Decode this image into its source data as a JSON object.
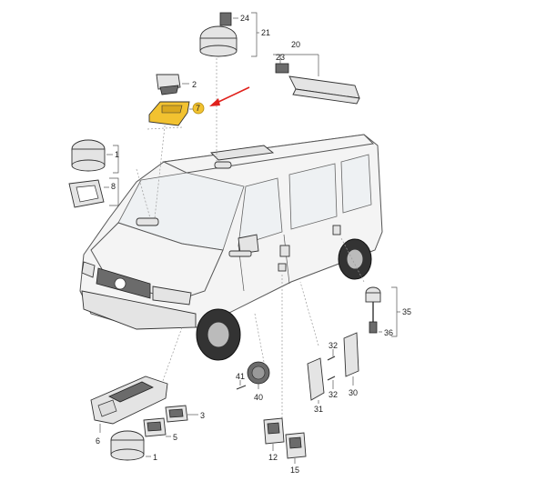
{
  "callouts": {
    "c24": "24",
    "c21": "21",
    "c20": "20",
    "c23": "23",
    "c2": "2",
    "c7": "7",
    "c1_top": "1",
    "c8": "8",
    "c35": "35",
    "c36": "36",
    "c32_top": "32",
    "c32_bot": "32",
    "c41": "41",
    "c40": "40",
    "c30": "30",
    "c31": "31",
    "c3": "3",
    "c6": "6",
    "c5": "5",
    "c1_bot": "1",
    "c12": "12",
    "c15": "15"
  },
  "colors": {
    "highlight_part": "#f2c230",
    "highlight_badge": "#f2c230",
    "pointer_arrow": "#e0201b",
    "line": "#555555"
  },
  "subject": "van-electrical-switches-exploded-view"
}
